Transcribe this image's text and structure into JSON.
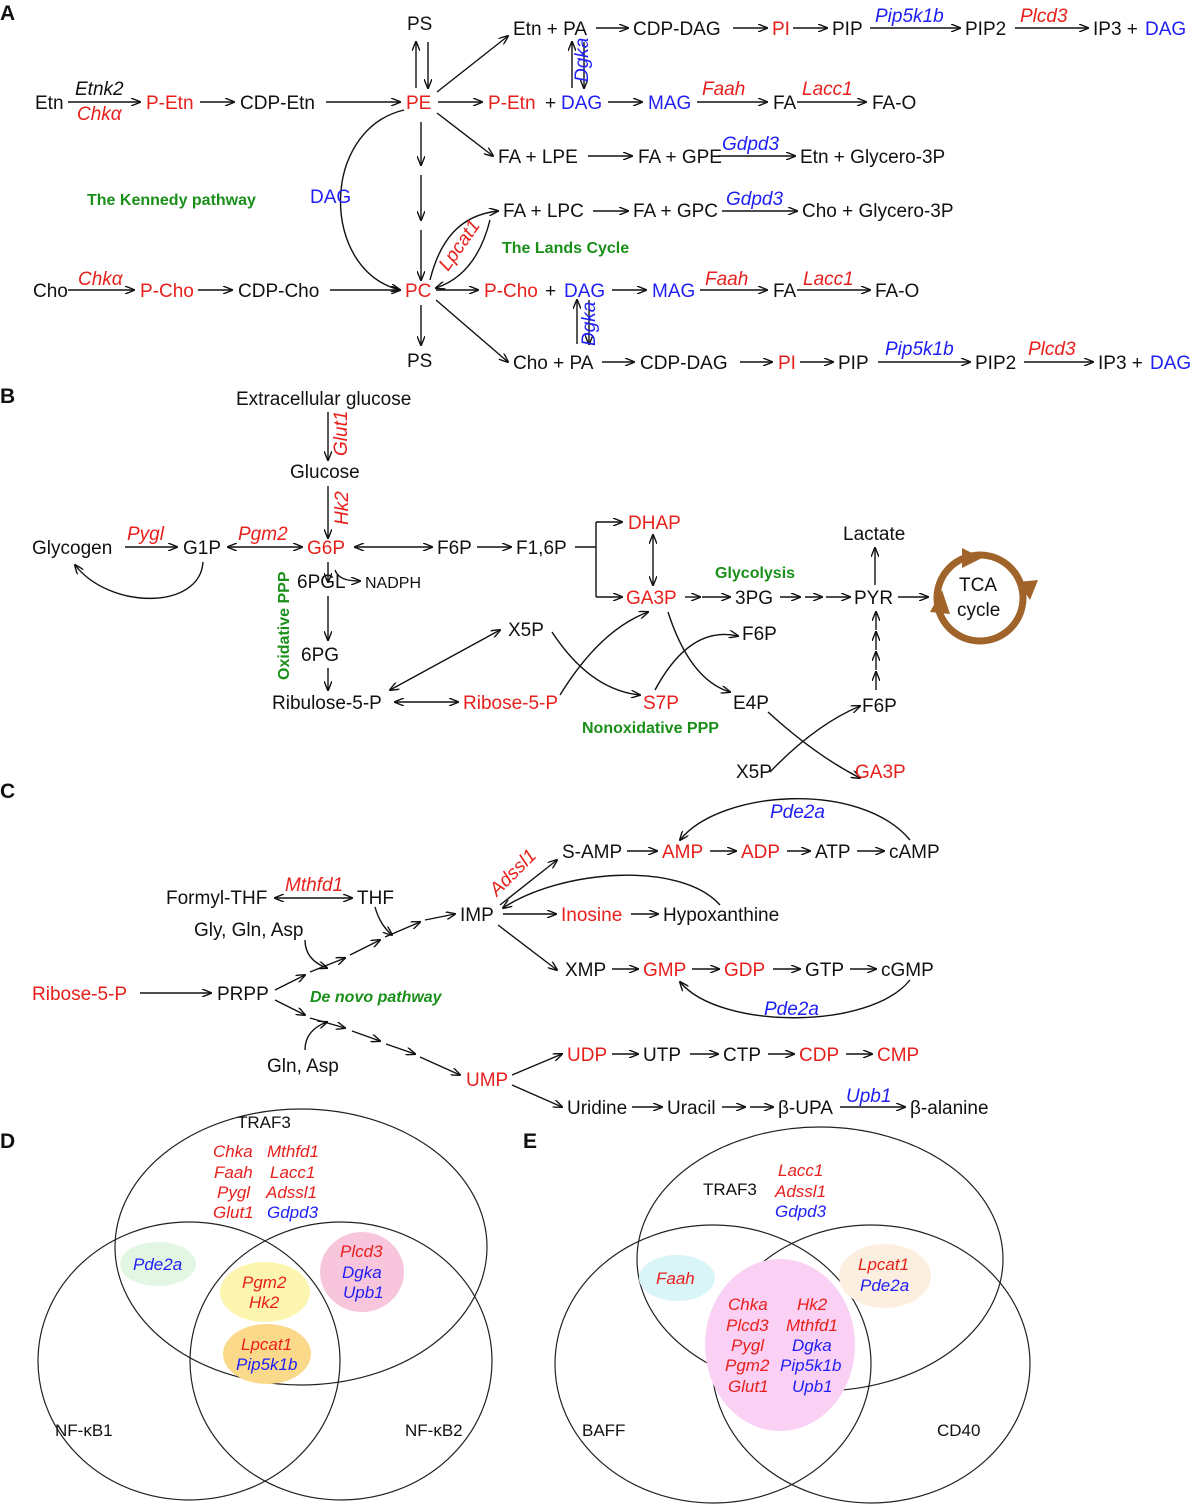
{
  "colors": {
    "metabolite_red": "#e8201c",
    "gene_blue": "#1f1ff5",
    "pathway_green": "#1a8f1a",
    "tca_brown": "#a0642a",
    "venn_green": "#e3f6e3",
    "venn_pink": "#f7c6dc",
    "venn_yellow": "#fcf5b0",
    "venn_orange": "#fbd98a",
    "venn_cyan": "#d9f5f8",
    "venn_peach": "#fdefdf",
    "venn_magenta": "#fad0f5"
  },
  "panel_letters": [
    "A",
    "B",
    "C",
    "D",
    "E"
  ],
  "A": [
    "PS",
    "Etn + PA",
    "CDP-DAG",
    "PI",
    "PIP",
    "Pip5k1b",
    "PIP2",
    "Plcd3",
    "IP3 +",
    "DAG",
    "Etn",
    "Etnk2",
    "Chkα",
    "P-Etn",
    "CDP-Etn",
    "PE",
    "P-Etn",
    "+",
    "DAG",
    "MAG",
    "Faah",
    "FA",
    "Lacc1",
    "FA-O",
    "Dgka",
    "FA + LPE",
    "FA + GPE",
    "Gdpd3",
    "Etn + Glycero-3P",
    "The Kennedy pathway",
    "DAG",
    "FA + LPC",
    "FA + GPC",
    "Gdpd3",
    "Cho + Glycero-3P",
    "The Lands Cycle",
    "Lpcat1",
    "Cho",
    "Chkα",
    "P-Cho",
    "CDP-Cho",
    "PC",
    "P-Cho",
    "+",
    "DAG",
    "MAG",
    "Faah",
    "FA",
    "Lacc1",
    "FA-O",
    "Dgka",
    "PS",
    "Cho + PA",
    "CDP-DAG",
    "PI",
    "PIP",
    "Pip5k1b",
    "PIP2",
    "Plcd3",
    "IP3 +",
    "DAG"
  ],
  "B": [
    "Extracellular glucose",
    "Glut1",
    "Glucose",
    "Hk2",
    "Glycogen",
    "Pygl",
    "G1P",
    "Pgm2",
    "G6P",
    "F6P",
    "F1,6P",
    "DHAP",
    "GA3P",
    "3PG",
    "PYR",
    "Glycolysis",
    "Lactate",
    "TCA",
    "cycle",
    "6PGL",
    "NADPH",
    "Oxidative PPP",
    "6PG",
    "Ribulose-5-P",
    "Ribose-5-P",
    "X5P",
    "S7P",
    "E4P",
    "F6P",
    "F6P",
    "Nonoxidative PPP",
    "X5P",
    "GA3P"
  ],
  "C": [
    "Pde2a",
    "S-AMP",
    "AMP",
    "ADP",
    "ATP",
    "cAMP",
    "Adssl1",
    "Formyl-THF",
    "Mthfd1",
    "THF",
    "IMP",
    "Inosine",
    "Hypoxanthine",
    "Gly, Gln, Asp",
    "XMP",
    "GMP",
    "GDP",
    "GTP",
    "cGMP",
    "Pde2a",
    "Ribose-5-P",
    "PRPP",
    "De novo pathway",
    "Gln, Asp",
    "UMP",
    "UDP",
    "UTP",
    "CTP",
    "CDP",
    "CMP",
    "Uridine",
    "Uracil",
    "β-UPA",
    "Upb1",
    "β-alanine"
  ],
  "D": [
    "TRAF3",
    "Chka",
    "Mthfd1",
    "Faah",
    "Lacc1",
    "Pygl",
    "Adssl1",
    "Glut1",
    "Gdpd3",
    "Pde2a",
    "Plcd3",
    "Dgka",
    "Upb1",
    "Pgm2",
    "Hk2",
    "Lpcat1",
    "Pip5k1b",
    "NF-κB1",
    "NF-κB2"
  ],
  "E": [
    "Lacc1",
    "Adssl1",
    "Gdpd3",
    "TRAF3",
    "Faah",
    "Lpcat1",
    "Pde2a",
    "Chka",
    "Hk2",
    "Plcd3",
    "Mthfd1",
    "Pygl",
    "Dgka",
    "Pgm2",
    "Pip5k1b",
    "Glut1",
    "Upb1",
    "BAFF",
    "CD40"
  ]
}
